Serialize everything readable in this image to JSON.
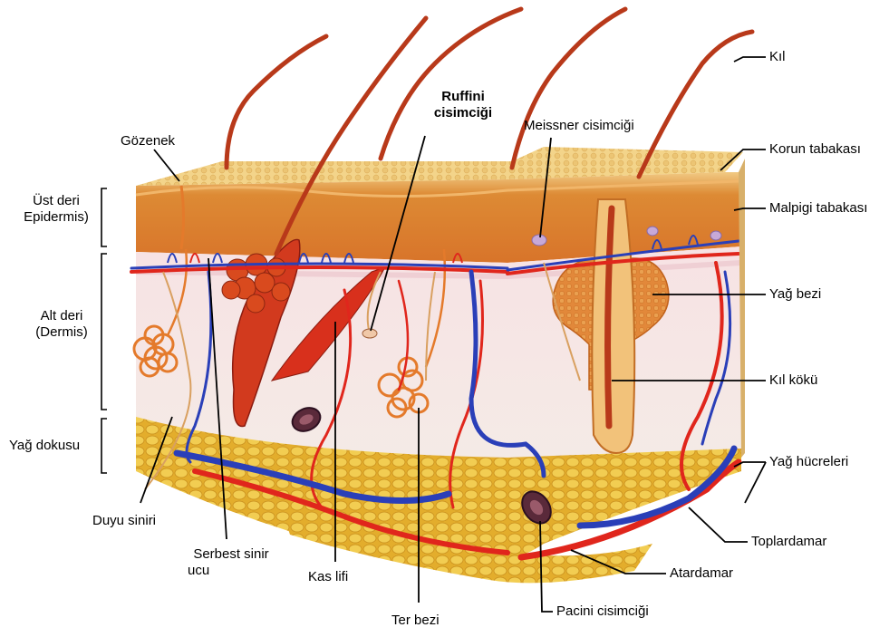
{
  "labels": {
    "kil": "Kıl",
    "korun": "Korun tabakası",
    "malpigi": "Malpigi tabakası",
    "yag_bezi": "Yağ bezi",
    "kil_koku": "Kıl kökü",
    "yag_hucreleri": "Yağ hücreleri",
    "toplardamar": "Toplardamar",
    "atardamar": "Atardamar",
    "pacini": "Pacini cisimciği",
    "ter_bezi": "Ter bezi",
    "kas_lifi": "Kas lifi",
    "serbest_1": "Serbest sinir",
    "serbest_2": "ucu",
    "duyu": "Duyu siniri",
    "yag_dokusu": "Yağ dokusu",
    "alt_deri_1": "Alt deri",
    "alt_deri_2": "(Dermis)",
    "ust_deri_1": "Üst deri",
    "ust_deri_2": "Epidermis)",
    "gozenek": "Gözenek",
    "ruffini_1": "Ruffini",
    "ruffini_2": "cisimciği",
    "meissner": "Meissner cisimciği"
  },
  "colors": {
    "epidermis": "#d9832f",
    "epidermis_top": "#e9c06a",
    "dermis": "#f5e6df",
    "fat": "#e8b93c",
    "artery": "#e0261c",
    "vein": "#2a3fb8",
    "hair": "#b8391a",
    "gland": "#e07a2a",
    "leader": "#000000"
  }
}
